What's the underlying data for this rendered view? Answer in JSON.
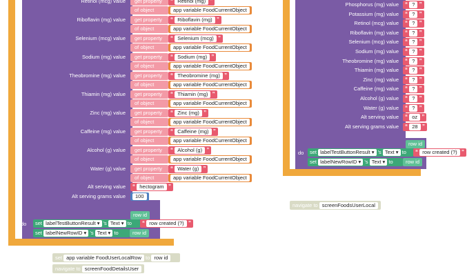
{
  "left": {
    "rows": [
      {
        "label": "Retinol (mcg) value",
        "prop": "Retinol (mg)",
        "obj": "app variable FoodCurrentObject"
      },
      {
        "label": "Riboflavin (mg) value",
        "prop": "Riboflavin (mg)",
        "obj": "app variable FoodCurrentObject"
      },
      {
        "label": "Selenium (mcg) value",
        "prop": "Selenium (mcg)",
        "obj": "app variable FoodCurrentObject"
      },
      {
        "label": "Sodium (mg) value",
        "prop": "Sodium (mg)",
        "obj": "app variable FoodCurrentObject"
      },
      {
        "label": "Theobromine (mg) value",
        "prop": "Theobromine (mg)",
        "obj": "app variable FoodCurrentObject"
      },
      {
        "label": "Thiamin (mg) value",
        "prop": "Thiamin (mg)",
        "obj": "app variable FoodCurrentObject"
      },
      {
        "label": "Zinc (mg) value",
        "prop": "Zinc (mg)",
        "obj": "app variable FoodCurrentObject"
      },
      {
        "label": "Caffeine (mg) value",
        "prop": "Caffeine (mg)",
        "obj": "app variable FoodCurrentObject"
      },
      {
        "label": "Alcohol (g) value",
        "prop": "Alcohol (g)",
        "obj": "app variable FoodCurrentObject"
      },
      {
        "label": "Water (g) value",
        "prop": "Water (g)",
        "obj": "app variable FoodCurrentObject"
      }
    ],
    "get_property": "get property",
    "of_object": "of object",
    "alt_serving_label": "Alt serving value",
    "alt_serving_value": "hectogram",
    "alt_grams_label": "Alt serving grams value",
    "alt_grams_value": "100",
    "row_id": "row id",
    "do": "do",
    "set1_target": "labelTestButtonResult",
    "set1_prop": "Text",
    "set1_value": "row created (?)",
    "set2_target": "labelNewRowID",
    "set2_prop": "Text",
    "set2_value": "row id",
    "set": "set",
    "s": "'s",
    "to": "to"
  },
  "right": {
    "rows": [
      {
        "label": "Phosphorus (mg) value",
        "value": "?"
      },
      {
        "label": "Potassium (mg) value",
        "value": "?"
      },
      {
        "label": "Retinol (mcg) value",
        "value": "?"
      },
      {
        "label": "Riboflavin (mg) value",
        "value": "?"
      },
      {
        "label": "Selenium (mcg) value",
        "value": "?"
      },
      {
        "label": "Sodium (mg) value",
        "value": "?"
      },
      {
        "label": "Theobromine (mg) value",
        "value": "?"
      },
      {
        "label": "Thiamin (mg) value",
        "value": "?"
      },
      {
        "label": "Zinc (mg) value",
        "value": "?"
      },
      {
        "label": "Caffeine (mg) value",
        "value": "?"
      },
      {
        "label": "Alcohol (g) value",
        "value": "?"
      },
      {
        "label": "Water (g) value",
        "value": "?"
      },
      {
        "label": "Alt serving value",
        "value": "oz"
      },
      {
        "label": "Alt serving grams value",
        "value": "28"
      }
    ],
    "row_id": "row id",
    "do": "do",
    "set": "set",
    "s": "'s",
    "to": "to",
    "set1_target": "labelTestButtonResult",
    "set1_prop": "Text",
    "set1_value": "row created (?)",
    "set2_target": "labelNewRowID",
    "set2_prop": "Text",
    "set2_value": "row id"
  },
  "ghost_right": {
    "navigate_to": "navigate to",
    "screen": "screenFoodsUserLocal"
  },
  "ghost_bottom": {
    "set": "set",
    "var": "app variable FoodUserLocalRow",
    "to": "to",
    "row_id": "row id",
    "navigate_to": "navigate to",
    "screen": "screenFoodDetailsUser"
  }
}
